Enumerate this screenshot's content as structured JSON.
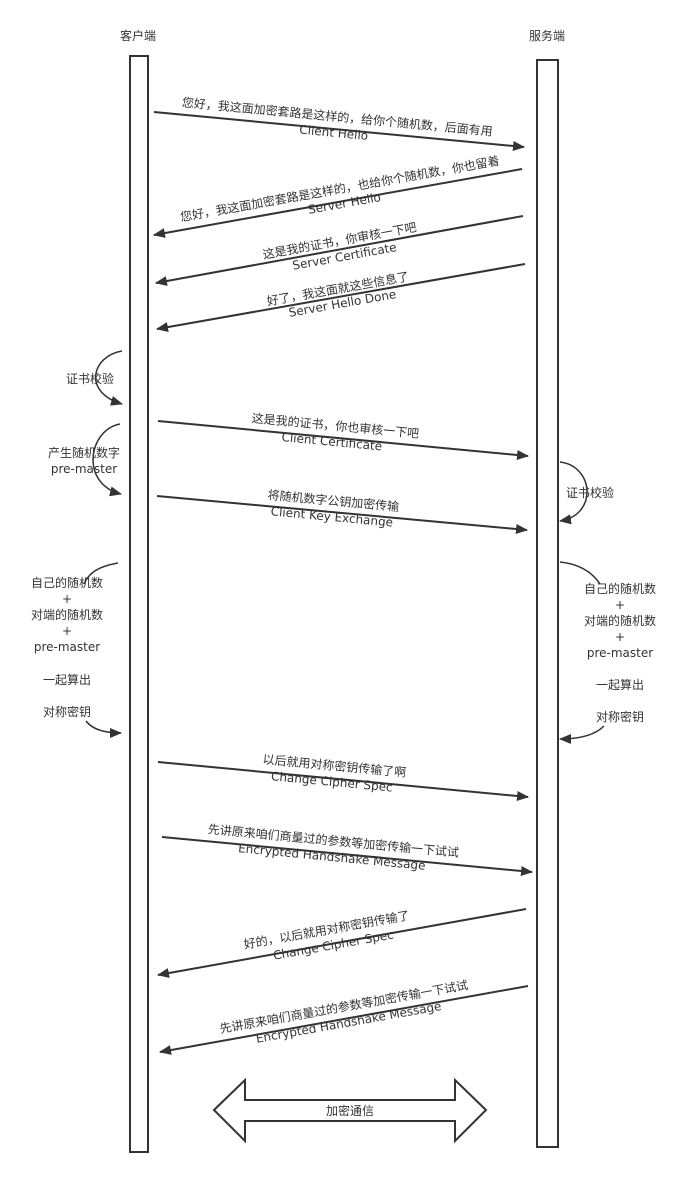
{
  "diagram": {
    "title": "HTTPS/TLS handshake sequence",
    "colors": {
      "stroke": "#333333",
      "background": "#ffffff",
      "text": "#333333"
    },
    "participants": {
      "client": "客户端",
      "server": "服务端"
    },
    "messages": [
      {
        "from": "client",
        "to": "server",
        "cn": "您好，我这面加密套路是这样的，给你个随机数，后面有用",
        "en": "Client Hello"
      },
      {
        "from": "server",
        "to": "client",
        "cn": "您好，我这面加密套路是这样的，也给你个随机数，你也留着",
        "en": "Server Hello"
      },
      {
        "from": "server",
        "to": "client",
        "cn": "这是我的证书，你审核一下吧",
        "en": "Server Certificate"
      },
      {
        "from": "server",
        "to": "client",
        "cn": "好了，我这面就这些信息了",
        "en": "Server Hello Done"
      },
      {
        "from": "client",
        "to": "server",
        "cn": "这是我的证书，你也审核一下吧",
        "en": "Client Certificate"
      },
      {
        "from": "client",
        "to": "server",
        "cn": "将随机数字公钥加密传输",
        "en": "Client Key Exchange"
      },
      {
        "from": "client",
        "to": "server",
        "cn": "以后就用对称密钥传输了啊",
        "en": "Change Cipher Spec"
      },
      {
        "from": "client",
        "to": "server",
        "cn": "先讲原来咱们商量过的参数等加密传输一下试试",
        "en": "Encrypted Handshake Message"
      },
      {
        "from": "server",
        "to": "client",
        "cn": "好的，以后就用对称密钥传输了",
        "en": "Change Cipher Spec"
      },
      {
        "from": "server",
        "to": "client",
        "cn": "先讲原来咱们商量过的参数等加密传输一下试试",
        "en": "Encrypted Handshake Message"
      }
    ],
    "self_notes": {
      "client_verify": [
        "证书校验"
      ],
      "client_premaster": [
        "产生随机数字",
        "pre-master"
      ],
      "server_verify": [
        "证书校验"
      ],
      "client_key": [
        "自己的随机数",
        "+",
        "对端的随机数",
        "+",
        "pre-master",
        "一起算出",
        "对称密钥"
      ],
      "server_key": [
        "自己的随机数",
        "+",
        "对端的随机数",
        "+",
        "pre-master",
        "一起算出",
        "对称密钥"
      ]
    },
    "final": {
      "label": "加密通信"
    }
  }
}
